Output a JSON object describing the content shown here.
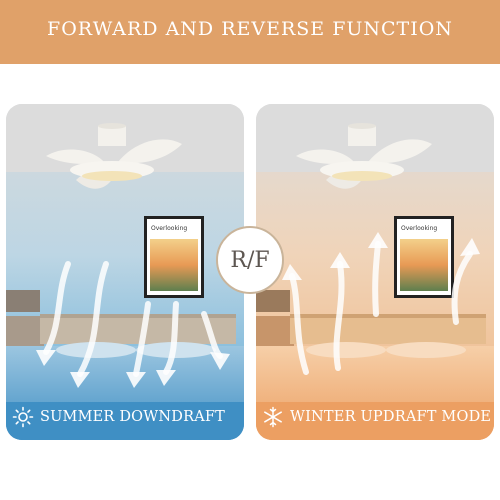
{
  "banner": {
    "title": "FORWARD AND REVERSE FUNCTION"
  },
  "badge": {
    "text": "R/F"
  },
  "panels": {
    "summer": {
      "caption": "SUMMER DOWNDRAFT",
      "icon": "sun-icon",
      "poster_title": "Overlooking",
      "theme_color": "#5aa8d6"
    },
    "winter": {
      "caption": "WINTER UPDRAFT MODE",
      "icon": "snowflake-icon",
      "poster_title": "Overlooking",
      "theme_color": "#f0b47e"
    }
  },
  "colors": {
    "banner": "#e0a169",
    "badge_border": "#c9b49a"
  }
}
